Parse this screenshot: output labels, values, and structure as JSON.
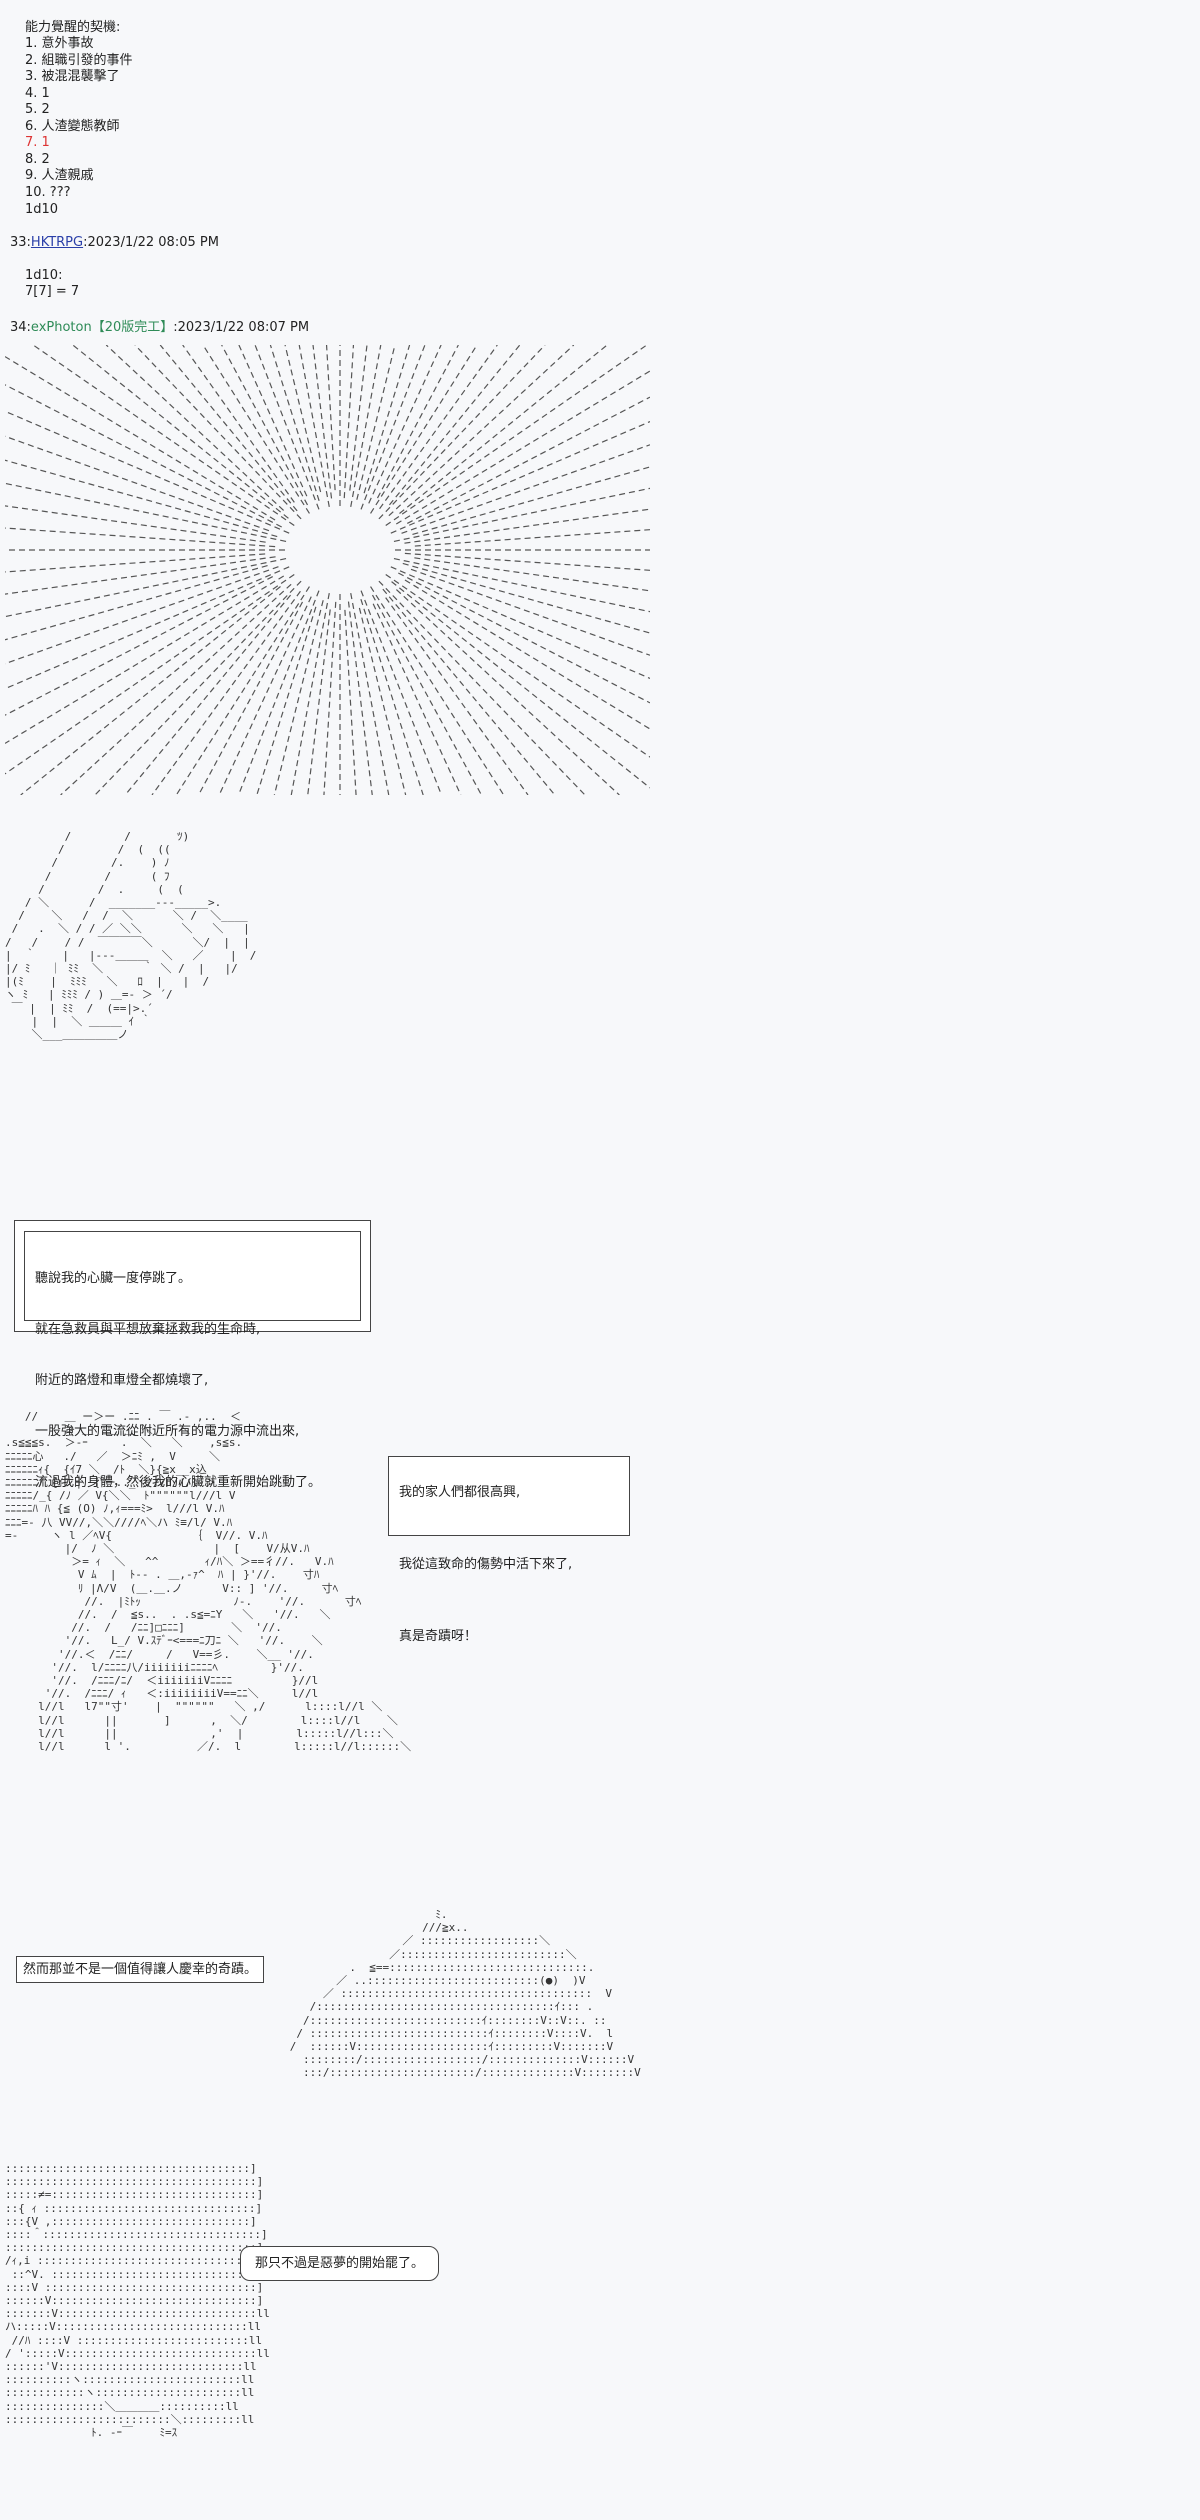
{
  "options": {
    "heading": "能力覺醒的契機:",
    "items": [
      {
        "text": "1. 意外事故",
        "highlight": false
      },
      {
        "text": "2. 組職引發的事件",
        "highlight": false
      },
      {
        "text": "3. 被混混襲擊了",
        "highlight": false
      },
      {
        "text": "4. 1",
        "highlight": false
      },
      {
        "text": "5. 2",
        "highlight": false
      },
      {
        "text": "6. 人渣變態教師",
        "highlight": false
      },
      {
        "text": "7. 1",
        "highlight": true
      },
      {
        "text": "8. 2",
        "highlight": false
      },
      {
        "text": "9. 人渣親戚",
        "highlight": false
      },
      {
        "text": "10. ???",
        "highlight": false
      }
    ],
    "roll": "1d10",
    "highlight_color": "#dd3333"
  },
  "post33": {
    "number": "33:",
    "name": "HKTRPG",
    "date": ":2023/1/22 08:05 PM",
    "roll_label": "1d10:",
    "roll_result": "7[7] = 7"
  },
  "post34": {
    "number": "34:",
    "name": "exPhoton",
    "trip": "【20版完工】",
    "date": ":2023/1/22 08:07 PM"
  },
  "bubble1": {
    "lines": [
      "聽說我的心臟一度停跳了。",
      "就在急救員與平想放棄拯救我的生命時,",
      "附近的路燈和車燈全都燒壞了,",
      "一股強大的電流從附近所有的電力源中流出來,",
      "流過我的身體，然後我的心臟就重新開始跳動了。"
    ]
  },
  "bubble2": {
    "lines": [
      "我的家人們都很高興,",
      "",
      "我從這致命的傷勢中活下來了,",
      "",
      "真是奇蹟呀！"
    ]
  },
  "bubble3": {
    "text": "然而那並不是一個值得讓人慶幸的奇蹟。"
  },
  "bubble4": {
    "text": "那只不過是惡夢的開始罷了。"
  },
  "colors": {
    "link": "#2a3fa8",
    "name": "#2e8b57",
    "background": "#f7f8fa"
  }
}
